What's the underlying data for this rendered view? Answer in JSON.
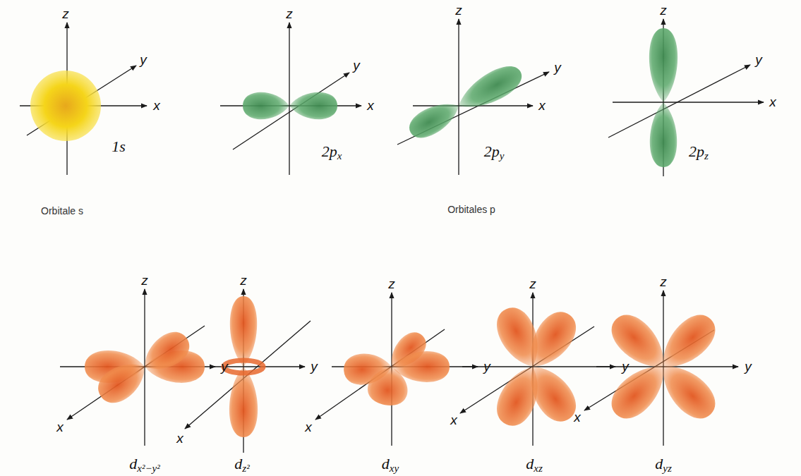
{
  "diagram": {
    "labels": [
      "z",
      "y",
      "x",
      "1s",
      "Orbitale s",
      "z",
      "y",
      "x",
      "2px",
      "z",
      "y",
      "x",
      "2py",
      "Orbitales p",
      "z",
      "y",
      "x",
      "2pz",
      "z",
      "y",
      "x",
      "dx²−y²",
      "z",
      "y",
      "x",
      "dz²",
      "z",
      "y",
      "x",
      "dxy",
      "z",
      "y",
      "x",
      "dxz",
      "z",
      "y",
      "x",
      "dyz"
    ]
  }
}
